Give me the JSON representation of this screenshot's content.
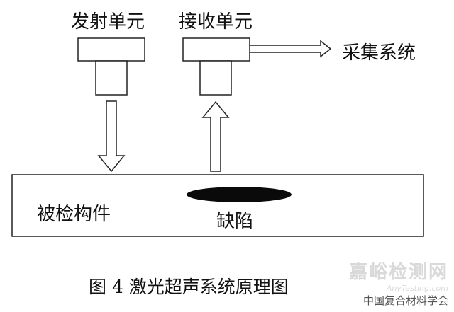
{
  "labels": {
    "transmitter": "发射单元",
    "receiver": "接收单元",
    "acquisition": "采集系统",
    "specimen": "被检构件",
    "defect": "缺陷"
  },
  "caption": "图 4   激光超声系统原理图",
  "watermark": {
    "site": "嘉峪检测网",
    "url": "AnyTesting.com",
    "org": "中国复合材料学会"
  }
}
